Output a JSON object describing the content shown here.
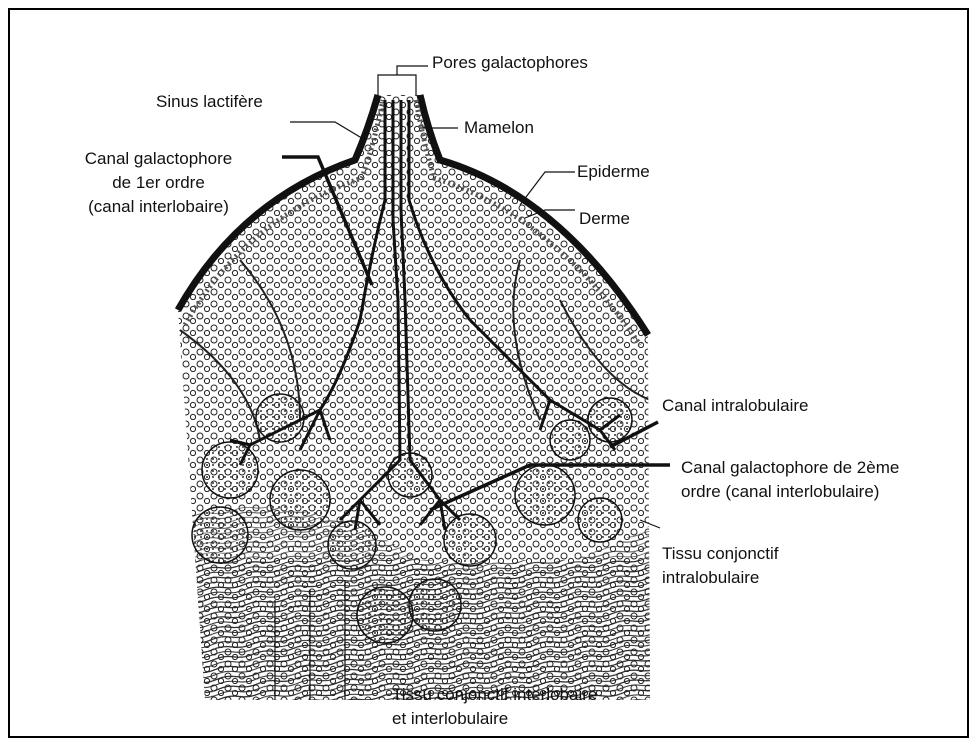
{
  "labels": {
    "pores": "Pores galactophores",
    "sinus": "Sinus lactifère",
    "mamelon": "Mamelon",
    "canal1_line1": "Canal galactophore",
    "canal1_line2": "de 1er ordre",
    "canal1_line3": "(canal interlobaire)",
    "epiderme": "Epiderme",
    "derme": "Derme",
    "intralobulaire": "Canal intralobulaire",
    "canal2_line1": "Canal galactophore de 2ème",
    "canal2_line2": "ordre (canal interlobulaire)",
    "tissu_intra_line1": "Tissu conjonctif",
    "tissu_intra_line2": "intralobulaire",
    "tissu_inter_line1": "Tissu conjonctif interlobaire",
    "tissu_inter_line2": "et interlobulaire"
  },
  "colors": {
    "ink": "#111111",
    "background": "#ffffff"
  }
}
